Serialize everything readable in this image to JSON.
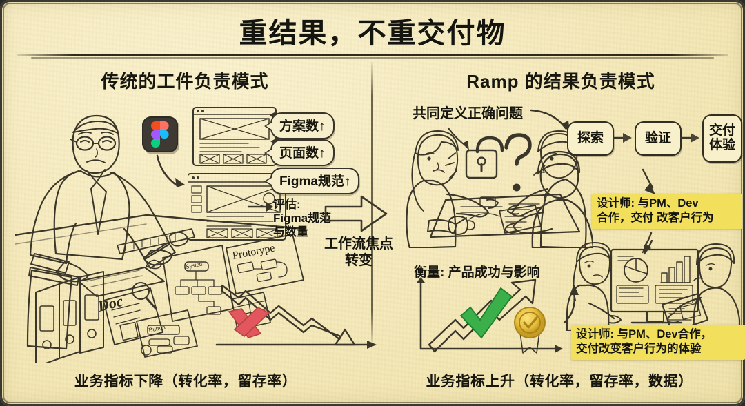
{
  "poster": {
    "title": "重结果，不重交付物",
    "background_color": "#f6ebbf",
    "ink_color": "#3b362a",
    "highlight_color": "#f2e05c"
  },
  "left_column": {
    "heading": "传统的工件负责模式",
    "callouts": [
      {
        "label": "方案数↑"
      },
      {
        "label": "页面数↑"
      },
      {
        "label": "Figma规范↑"
      }
    ],
    "evaluation_note": {
      "line1": "评估:",
      "line2": "Figma规范",
      "line3": "与数量"
    },
    "sketch_labels": {
      "doc": "Doc",
      "prototype": "Prototype",
      "system": "System",
      "button": "Button"
    },
    "app_icon": "figma-icon",
    "trend": {
      "direction": "down",
      "mark": "red-x-icon"
    },
    "footer": "业务指标下降（转化率，留存率）"
  },
  "center": {
    "arrow_icon": "right-arrow-icon",
    "caption_line1": "工作流焦点",
    "caption_line2": "转变"
  },
  "right_column": {
    "heading": "Ramp 的结果负责模式",
    "collab_caption": "共同定义正确问题",
    "collab_icons": [
      "open-lock-icon",
      "question-mark-icon"
    ],
    "flow_steps": [
      {
        "label": "探索"
      },
      {
        "label": "验证"
      },
      {
        "label": "交付\n体验"
      }
    ],
    "highlight_top": {
      "line1": "设计师: 与PM、Dev",
      "line2": "合作，交付 改客户行为"
    },
    "highlight_bottom": {
      "line1": "设计师: 与PM、Dev合作，",
      "line2": "交付改变客户行为的体验"
    },
    "measure_caption": "衡量: 产品成功与影响",
    "trend": {
      "direction": "up",
      "marks": [
        "green-check-icon",
        "gold-medal-icon"
      ]
    },
    "footer": "业务指标上升（转化率，留存率，数据）"
  }
}
